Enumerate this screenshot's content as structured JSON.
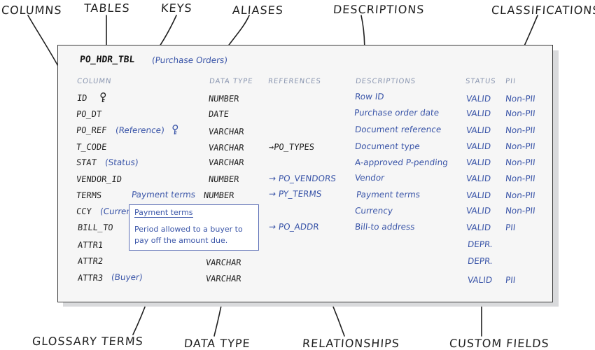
{
  "callouts": {
    "columns": "COLUMNS",
    "tables": "TABLES",
    "keys": "KEYS",
    "aliases": "ALIASES",
    "descriptions": "DESCRIPTIONS",
    "classifications": "CLASSIFICATIONS",
    "glossary_terms": "GLOSSARY TERMS",
    "data_type": "DATA TYPE",
    "relationships": "RELATIONSHIPS",
    "custom_fields": "CUSTOM FIELDS"
  },
  "table": {
    "name": "PO_HDR_TBL",
    "alias": "(Purchase Orders)",
    "headers": {
      "column": "COLUMN",
      "data_type": "DATA TYPE",
      "references": "REFERENCES",
      "descriptions": "DESCRIPTIONS",
      "status": "STATUS",
      "pii": "PII"
    },
    "rows": [
      {
        "column": "ID",
        "key_icon": "key-icon",
        "data_type": "NUMBER",
        "description": "Row ID",
        "status": "VALID",
        "pii": "Non-PII"
      },
      {
        "column": "PO_DT",
        "data_type": "DATE",
        "description": "Purchase order date",
        "status": "VALID",
        "pii": "Non-PII"
      },
      {
        "column": "PO_REF",
        "alias": "(Reference)",
        "key_icon": "key-icon",
        "data_type": "VARCHAR",
        "description": "Document reference",
        "status": "VALID",
        "pii": "Non-PII"
      },
      {
        "column": "T_CODE",
        "data_type": "VARCHAR",
        "reference": "PO_TYPES",
        "description": "Document type",
        "status": "VALID",
        "pii": "Non-PII"
      },
      {
        "column": "STAT",
        "alias": "(Status)",
        "data_type": "VARCHAR",
        "description": "A-approved P-pending",
        "status": "VALID",
        "pii": "Non-PII"
      },
      {
        "column": "VENDOR_ID",
        "data_type": "NUMBER",
        "reference": "PO_VENDORS",
        "description": "Vendor",
        "status": "VALID",
        "pii": "Non-PII"
      },
      {
        "column": "TERMS",
        "glossary": "Payment terms",
        "data_type": "NUMBER",
        "reference": "PY_TERMS",
        "description": "Payment terms",
        "status": "VALID",
        "pii": "Non-PII"
      },
      {
        "column": "CCY",
        "alias_partial": "(Curren",
        "description": "Currency",
        "status": "VALID",
        "pii": "Non-PII"
      },
      {
        "column": "BILL_TO",
        "reference": "PO_ADDR",
        "description": "Bill-to address",
        "status": "VALID",
        "pii": "PII"
      },
      {
        "column": "ATTR1",
        "status": "DEPR."
      },
      {
        "column": "ATTR2",
        "data_type": "VARCHAR",
        "status": "DEPR."
      },
      {
        "column": "ATTR3",
        "alias": "(Buyer)",
        "data_type": "VARCHAR",
        "status": "VALID",
        "pii": "PII"
      }
    ],
    "tooltip": {
      "title": "Payment terms",
      "body": "Period allowed to a buyer to pay off the amount due."
    }
  }
}
